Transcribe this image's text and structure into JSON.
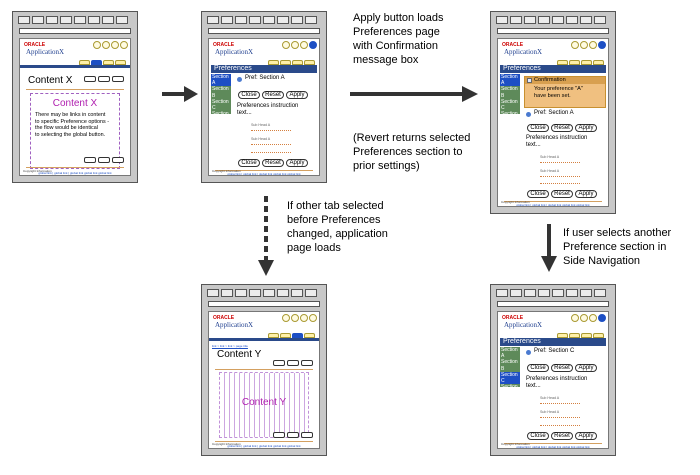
{
  "captions": {
    "apply": [
      "Apply button loads",
      "Preferences page",
      "with Confirmation",
      "message box"
    ],
    "revert": [
      "(Revert returns selected",
      "Preferences section to",
      "prior settings)"
    ],
    "other_tab": [
      "If other tab selected",
      "before Preferences",
      "changed,  application",
      "page loads"
    ],
    "side_nav": [
      "If user selects another",
      "Preference section in",
      "Side Navigation"
    ]
  },
  "common": {
    "oracle_logo": "ORACLE",
    "app_name": "ApplicationX",
    "footer_links": "global link | global link | global link global link global link",
    "copyright": "Copyright Information"
  },
  "content_x": {
    "title": "Content X",
    "box_title": "Content X",
    "box_text": [
      "There may be links in content",
      "to specific Preference options -",
      "the flow would be identical",
      "to selecting the global button."
    ]
  },
  "content_y": {
    "title": "Content Y",
    "box_title": "Content Y"
  },
  "prefs": {
    "header": "Preferences",
    "sections": [
      "Section A",
      "Section B",
      "Section C",
      "Section D",
      "Section F",
      "etc"
    ],
    "pref_a": "Pref: Section A",
    "pref_c": "Pref: Section C",
    "instruction": [
      "Preferences instruction",
      "text..."
    ],
    "sub_label": "Sub Head A",
    "buttons": {
      "close": "Close",
      "reset": "Reset",
      "apply": "Apply"
    },
    "confirm_title": "Confirmation",
    "confirm_text": [
      "Your preference \"A\"",
      "have been set."
    ]
  },
  "colors": {
    "arrow": "#333333",
    "oracle_red": "#cc0000",
    "nav_blue": "#2a4a8a",
    "content_purple": "#b020b0",
    "confirm_orange": "#f0c080"
  },
  "icons": {
    "arrow": "right-arrow-icon",
    "down_arrow": "down-arrow-icon",
    "dashed_arrow": "dashed-down-arrow-icon"
  }
}
